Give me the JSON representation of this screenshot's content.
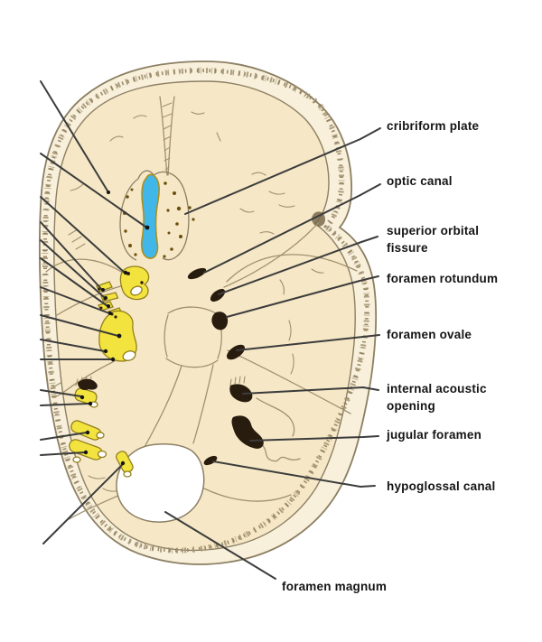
{
  "figure": {
    "labels": [
      {
        "id": "cribriform-plate",
        "lines": [
          "cribriform plate"
        ]
      },
      {
        "id": "optic-canal",
        "lines": [
          "optic canal"
        ]
      },
      {
        "id": "superior-orbital-fissure",
        "lines": [
          "superior orbital",
          "fissure"
        ]
      },
      {
        "id": "foramen-rotundum",
        "lines": [
          "foramen rotundum"
        ]
      },
      {
        "id": "foramen-ovale",
        "lines": [
          "foramen ovale"
        ]
      },
      {
        "id": "internal-acoustic-opening",
        "lines": [
          "internal acoustic",
          "opening"
        ]
      },
      {
        "id": "jugular-foramen",
        "lines": [
          "jugular foramen"
        ]
      },
      {
        "id": "hypoglossal-canal",
        "lines": [
          "hypoglossal canal"
        ]
      },
      {
        "id": "foramen-magnum",
        "lines": [
          "foramen magnum"
        ]
      }
    ],
    "colors": {
      "background": "#ffffff",
      "bone": "#f6e8c6",
      "bone_band": "#f8f0db",
      "bone_outline": "#8c7f63",
      "sketch_line": "#a29272",
      "stipple": "#998a6b",
      "nerve_yellow": "#f3e33e",
      "nerve_outline": "#927f1d",
      "crista_galli_blue": "#41b6e8",
      "foramen_dark": "#281c0e",
      "leader_line": "#3c3c3c",
      "label_text": "#141414"
    }
  }
}
